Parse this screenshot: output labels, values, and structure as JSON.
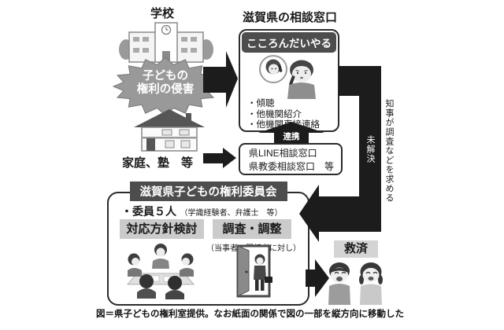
{
  "figure": {
    "sources": {
      "school_label": "学校",
      "home_label": "家庭、塾　等",
      "burst_line1": "子どもの",
      "burst_line2": "権利の侵害"
    },
    "consultation": {
      "section_title": "滋賀県の相談窓口",
      "service_name": "こころんだいやる",
      "bullets": [
        "・傾聴",
        "・他機関紹介",
        "・他機関直接連絡"
      ]
    },
    "related_windows": {
      "link_label": "連携",
      "line1": "県LINE相談窓口",
      "line2": "県教委相談窓口　等"
    },
    "committee": {
      "title": "滋賀県子どもの権利委員会",
      "members": "・委員５人",
      "members_note": "（学識経験者、弁護士　等）",
      "task_policy": "対応方針検討",
      "task_investigate": "調査・調整",
      "task_note": "（当事者・関係者に対し）"
    },
    "flow": {
      "unresolved_label": "未解決",
      "governor_label": "知事が調査などを求める",
      "relief_label": "救済"
    },
    "caption": "図＝県子どもの権利室提供。なお紙面の関係で図の一部を縦方向に移動した",
    "icons": {
      "school": "school-icon",
      "house": "house-icon",
      "phone_counseling": "phone-counseling-icon",
      "meeting": "meeting-icon",
      "door_visit": "door-visit-icon",
      "happy_children": "happy-children-icon"
    },
    "colors": {
      "arrow_black": "#1c1c1c",
      "header_gray": "#4d4d4d",
      "burst_gray": "#999999",
      "label_gray": "#cbcbcb"
    }
  }
}
